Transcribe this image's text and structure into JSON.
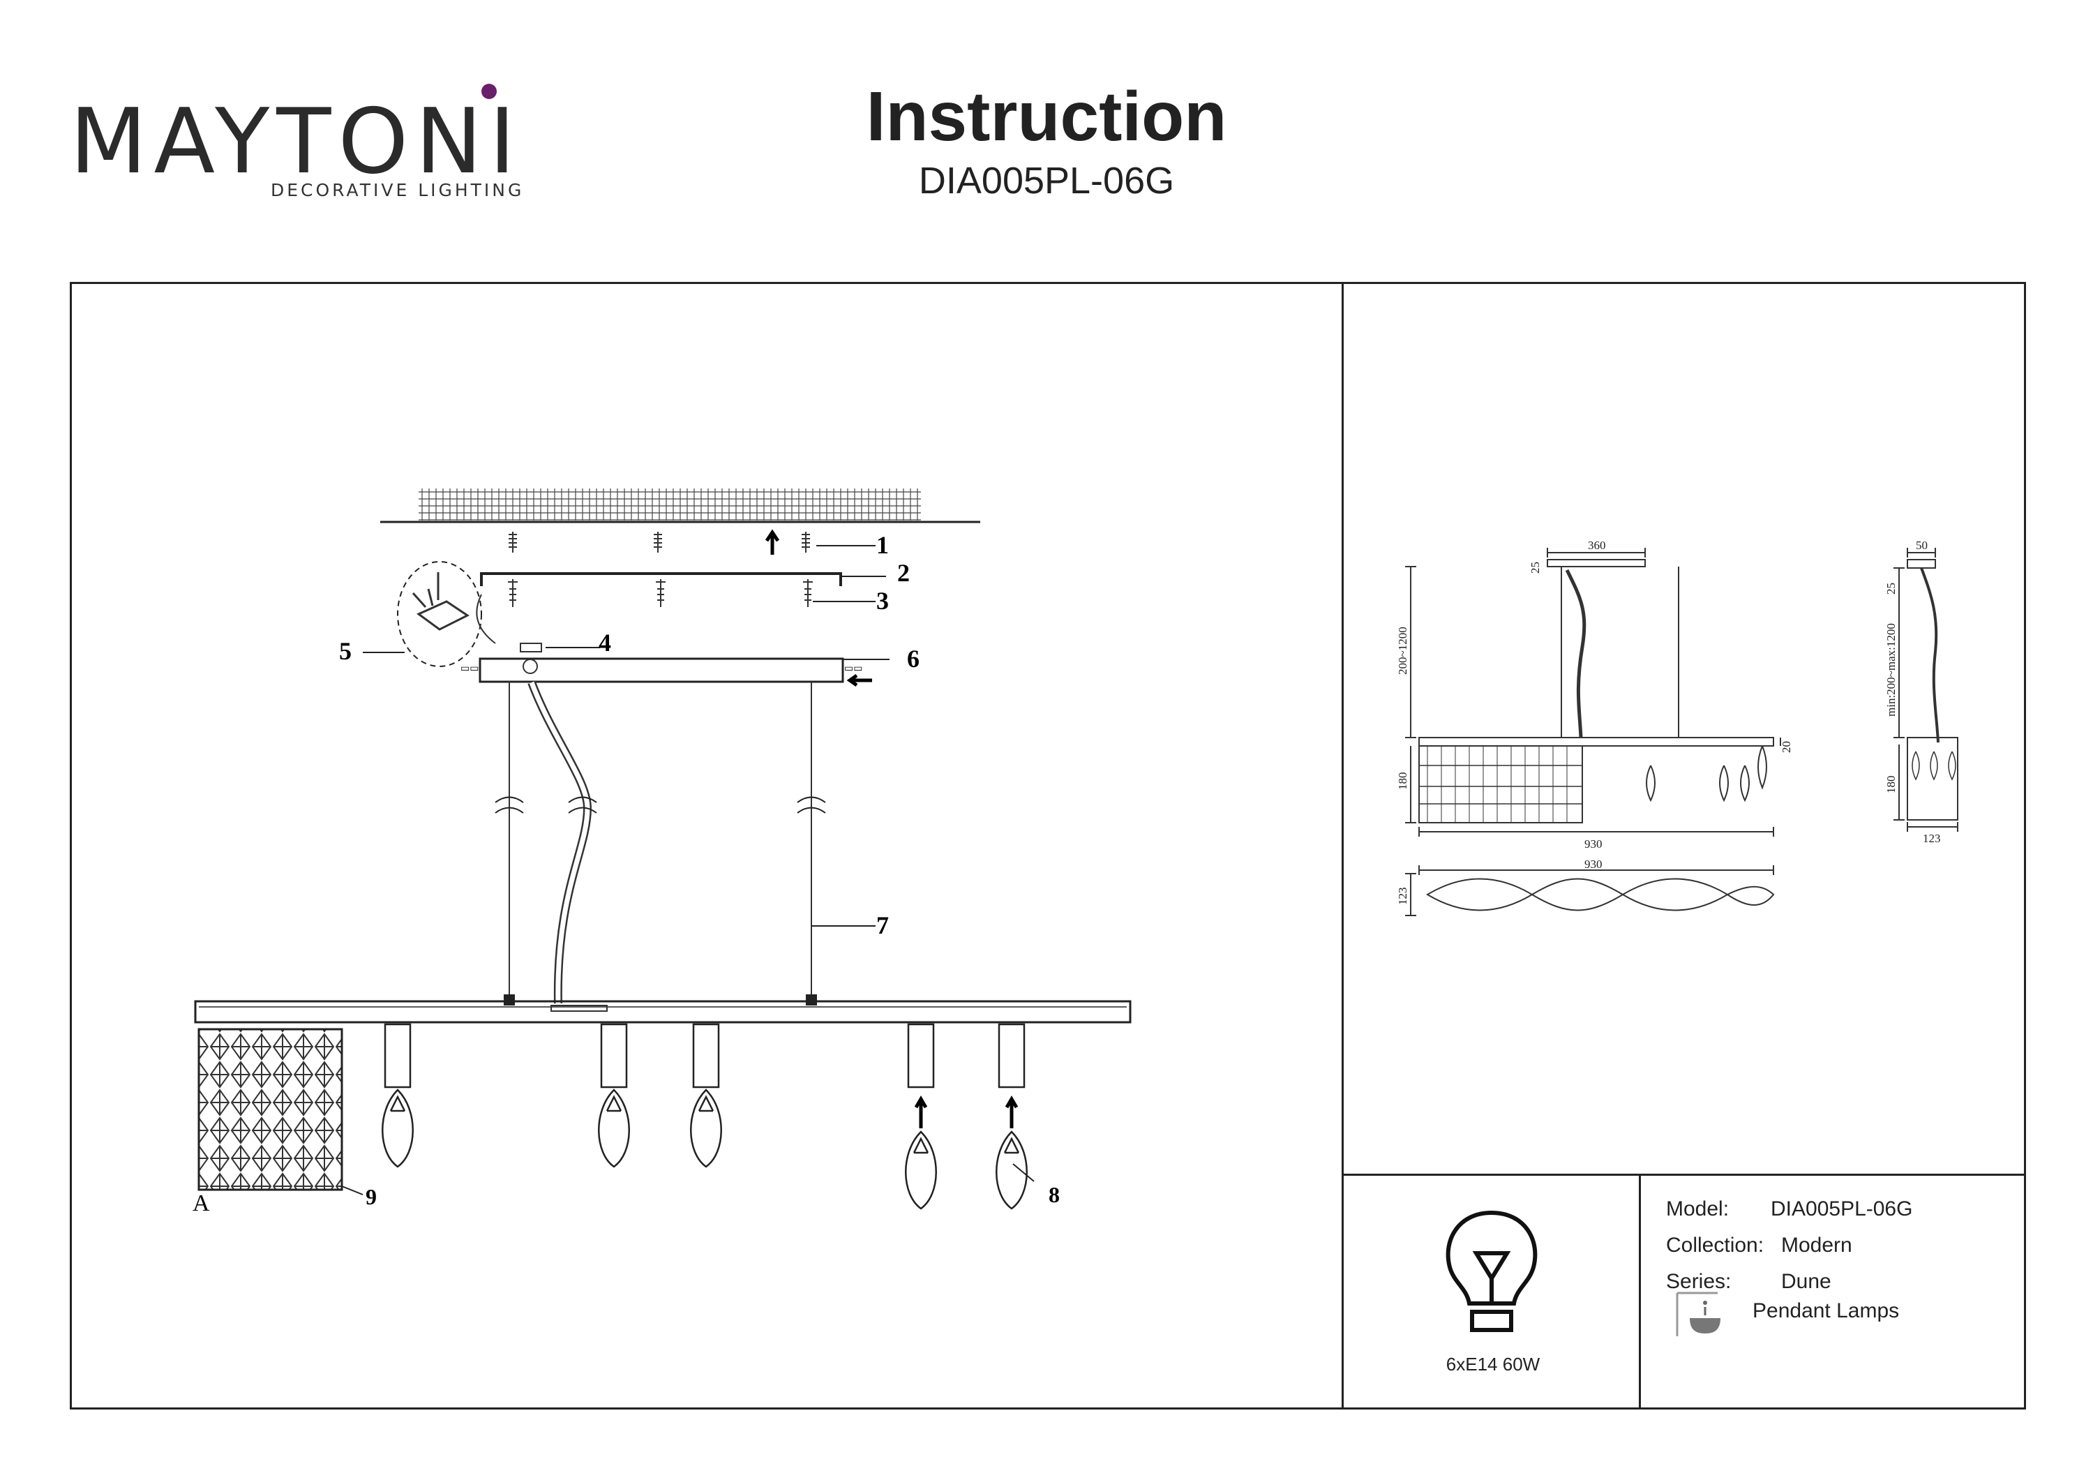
{
  "brand": {
    "name": "MAYTONI",
    "tagline": "DECORATIVE LIGHTING",
    "accent_color": "#6a1f6b"
  },
  "header": {
    "title": "Instruction",
    "model_code": "DIA005PL-06G"
  },
  "assembly": {
    "callouts": [
      "1",
      "2",
      "3",
      "4",
      "5",
      "6",
      "7",
      "8",
      "9"
    ],
    "detail_label": "A"
  },
  "dimensions": {
    "front": {
      "width": "930",
      "canopy_width": "360",
      "canopy_height": "25",
      "drop": "200~1200",
      "body_height": "180",
      "rail_height": "20"
    },
    "plan": {
      "width": "930",
      "depth": "123"
    },
    "side": {
      "canopy_width": "50",
      "canopy_height": "25",
      "drop": "min:200~max:1200",
      "body_height": "180",
      "depth": "123"
    }
  },
  "bulb": {
    "icon": "bulb-icon",
    "spec": "6xE14 60W"
  },
  "info": {
    "model_label": "Model:",
    "model_value": "DIA005PL-06G",
    "collection_label": "Collection:",
    "collection_value": "Modern",
    "series_label": "Series:",
    "series_value": "Dune",
    "type_icon": "pendant-lamp-icon",
    "type_value": "Pendant Lamps"
  }
}
